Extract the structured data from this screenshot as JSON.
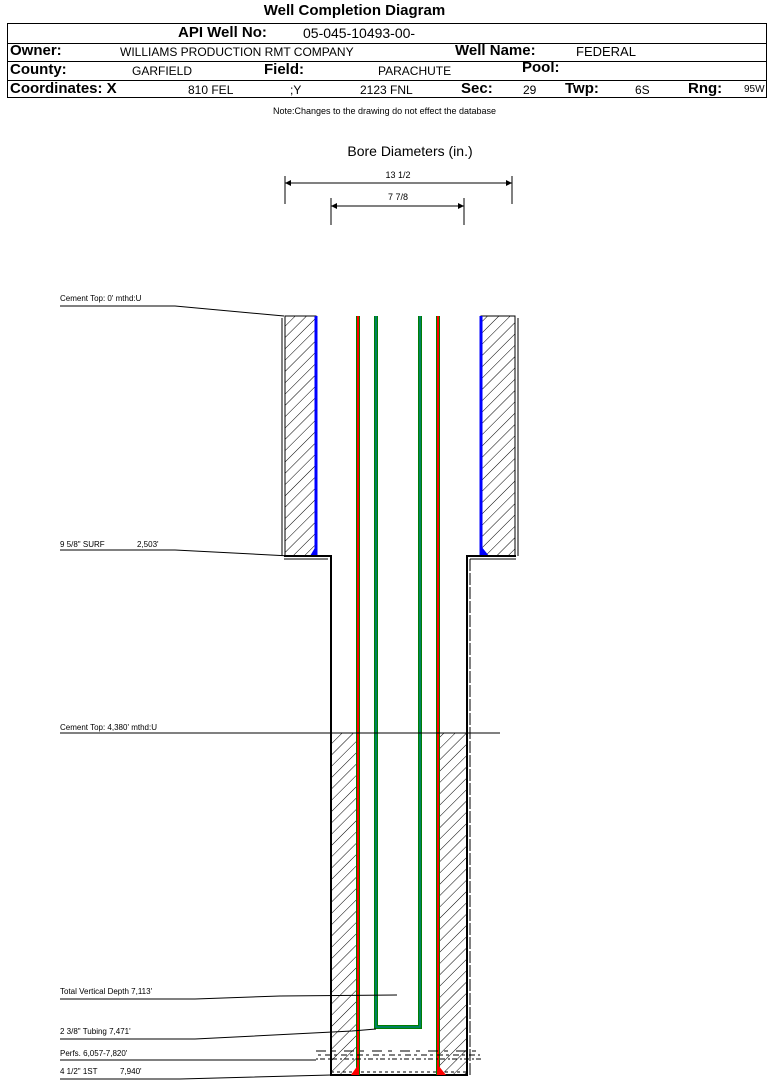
{
  "title": "Well Completion Diagram",
  "header": {
    "api_label": "API Well No:",
    "api_value": "05-045-10493-00-",
    "owner_label": "Owner:",
    "owner_value": "WILLIAMS PRODUCTION RMT COMPANY",
    "well_name_label": "Well Name:",
    "well_name_value": "FEDERAL",
    "county_label": "County:",
    "county_value": "GARFIELD",
    "field_label": "Field:",
    "field_value": "PARACHUTE",
    "pool_label": "Pool:",
    "coord_label": "Coordinates: X",
    "x_value": "810 FEL",
    "y_label": ";Y",
    "y_value": "2123 FNL",
    "sec_label": "Sec:",
    "sec_value": "29",
    "twp_label": "Twp:",
    "twp_value": "6S",
    "rng_label": "Rng:",
    "rng_value": "95W"
  },
  "note": "Note:Changes to the drawing do not effect the database",
  "diagram": {
    "bore_title": "Bore Diameters (in.)",
    "bore_outer": "13 1/2",
    "bore_inner": "7 7/8",
    "labels": {
      "cement_top_1": "Cement Top: 0' mthd:U",
      "surface_casing": "9 5/8\" SURF",
      "surface_depth": "2,503'",
      "cement_top_2": "Cement Top: 4,380' mthd:U",
      "tvd": "Total Vertical Depth 7,113'",
      "tubing": "2 3/8\" Tubing 7,471'",
      "perfs": "Perfs. 6,057-7,820'",
      "prod_casing": "4 1/2\" 1ST",
      "prod_depth": "7,940'"
    },
    "colors": {
      "casing_surface": "#0000ff",
      "casing_prod": "#ff0000",
      "tubing": "#008000",
      "tubing_inner": "#008080"
    }
  }
}
